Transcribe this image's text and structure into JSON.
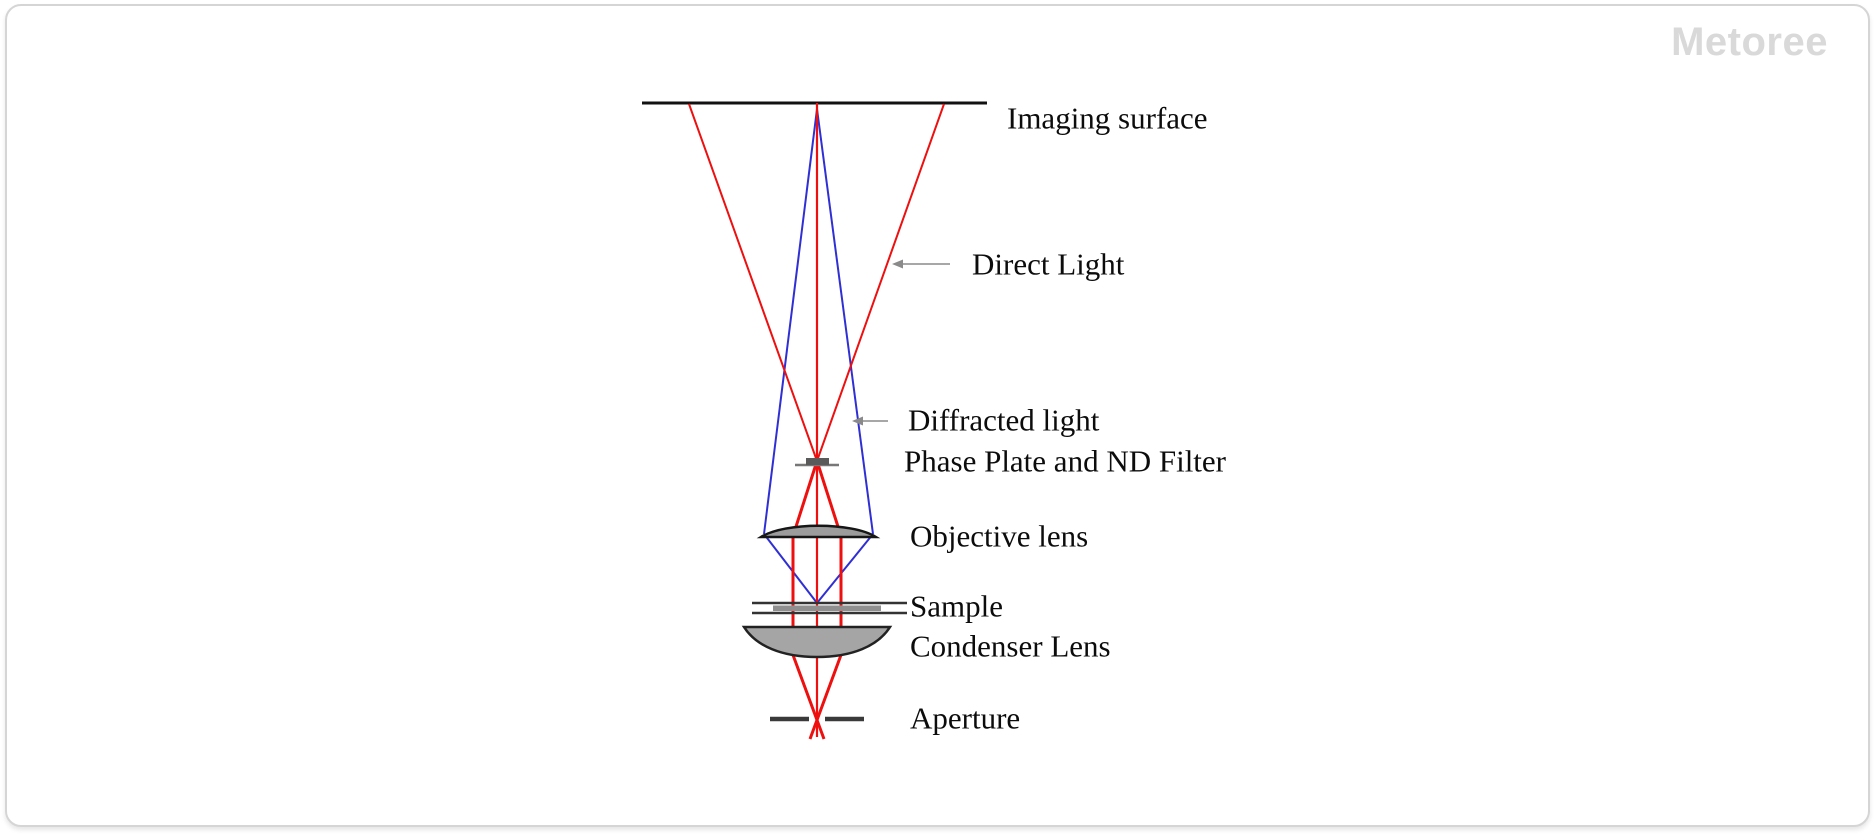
{
  "logo": {
    "text": "Metoree",
    "color": "#d9d9d9"
  },
  "diagram": {
    "title_hint": "Phase contrast microscope light path",
    "labels": {
      "imaging_surface": "Imaging surface",
      "direct_light": "Direct Light",
      "diffracted_light": "Diffracted light",
      "phase_plate": "Phase Plate and ND Filter",
      "objective_lens": "Objective lens",
      "sample": "Sample",
      "condenser_lens": "Condenser Lens",
      "aperture": "Aperture"
    },
    "colors": {
      "direct_ray": "#ee0f0f",
      "diffracted_ray": "#2f2fd4",
      "lens_fill": "#9c9c9c",
      "condenser_fill": "#a5a5a5",
      "lens_outline": "#161616",
      "surface_line": "#111111",
      "arrow": "#8a8a8a",
      "phase_plate_fill": "#5a5a5a",
      "slide_fill": "#8f8f8f",
      "aperture_bar": "#3a3a3a",
      "label_text": "#0c0c0c",
      "card_border": "#d5d5d5"
    }
  }
}
